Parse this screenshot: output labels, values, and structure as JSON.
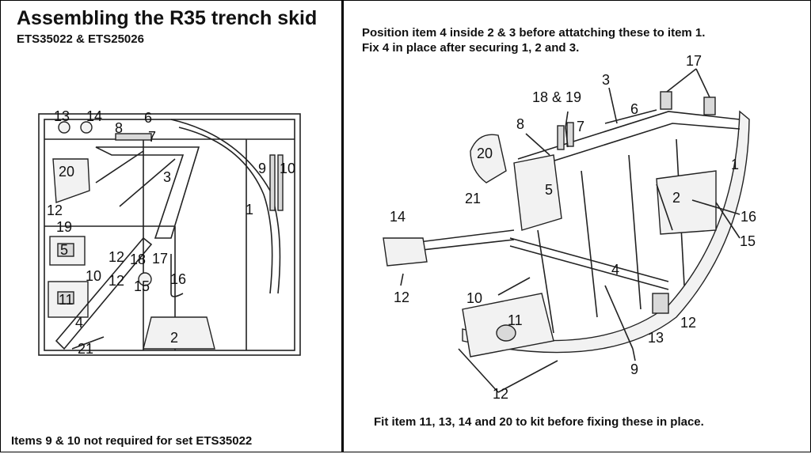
{
  "left": {
    "title": "Assembling the R35 trench skid",
    "subtitle": "ETS35022 & ETS25026",
    "footer_note": "Items 9 & 10 not required for set ETS35022",
    "labels": [
      "13",
      "14",
      "8",
      "6",
      "7",
      "20",
      "3",
      "9",
      "10",
      "1",
      "12",
      "19",
      "5",
      "12",
      "18",
      "17",
      "10",
      "12",
      "15",
      "16",
      "11",
      "4",
      "21",
      "2"
    ]
  },
  "right": {
    "note_line1": "Position item 4 inside 2 & 3 before attatching these to item 1.",
    "note_line2": "Fix 4 in place after securing 1, 2 and 3.",
    "footer_note": "Fit item 11, 13, 14 and 20 to kit before fixing these in place.",
    "labels": [
      "17",
      "3",
      "18 & 19",
      "6",
      "8",
      "7",
      "20",
      "1",
      "5",
      "21",
      "2",
      "16",
      "14",
      "15",
      "12",
      "4",
      "10",
      "12",
      "11",
      "13",
      "9",
      "12"
    ]
  }
}
